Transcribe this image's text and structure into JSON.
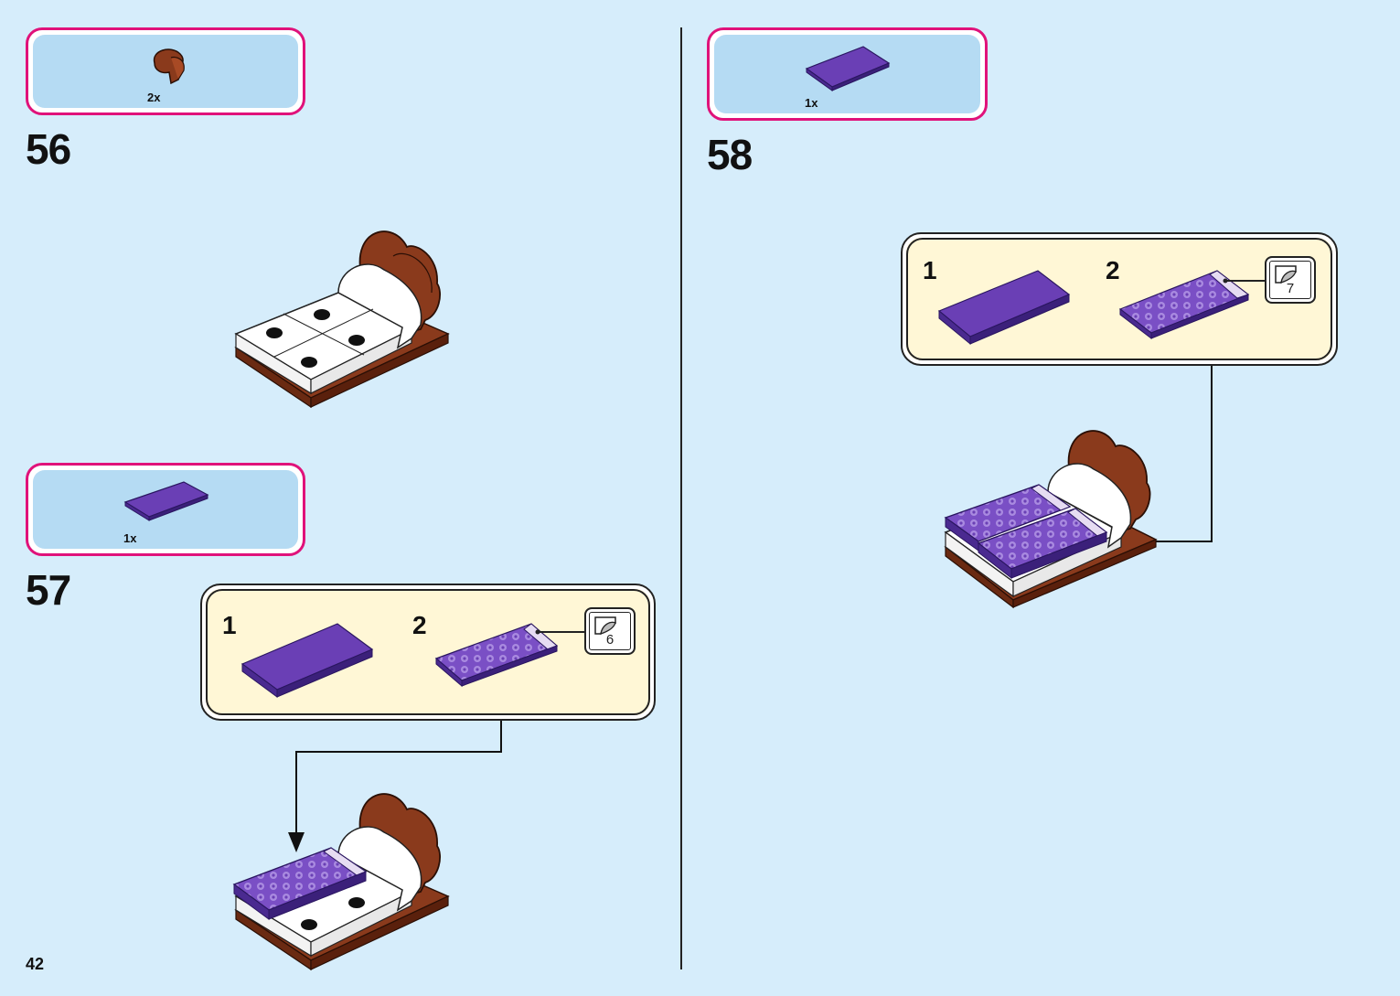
{
  "page": {
    "number": "42"
  },
  "steps": {
    "s56": {
      "number": "56",
      "parts_qty": "2x"
    },
    "s57": {
      "number": "57",
      "parts_qty": "1x",
      "sub1": "1",
      "sub2": "2",
      "sticker": "6"
    },
    "s58": {
      "number": "58",
      "parts_qty": "1x",
      "sub1": "1",
      "sub2": "2",
      "sticker": "7"
    }
  },
  "colors": {
    "background": "#d6edfb",
    "parts_border": "#e0127a",
    "parts_fill": "#b5dbf3",
    "subassembly_fill": "#fff7d6",
    "purple_tile": "#6a3fb5",
    "brown": "#8a3a1c"
  },
  "icons": {
    "sticker": "sticker-curl-icon",
    "bed_headboard_piece": "brown-headboard-piece",
    "purple_tile": "purple-tile-piece"
  }
}
